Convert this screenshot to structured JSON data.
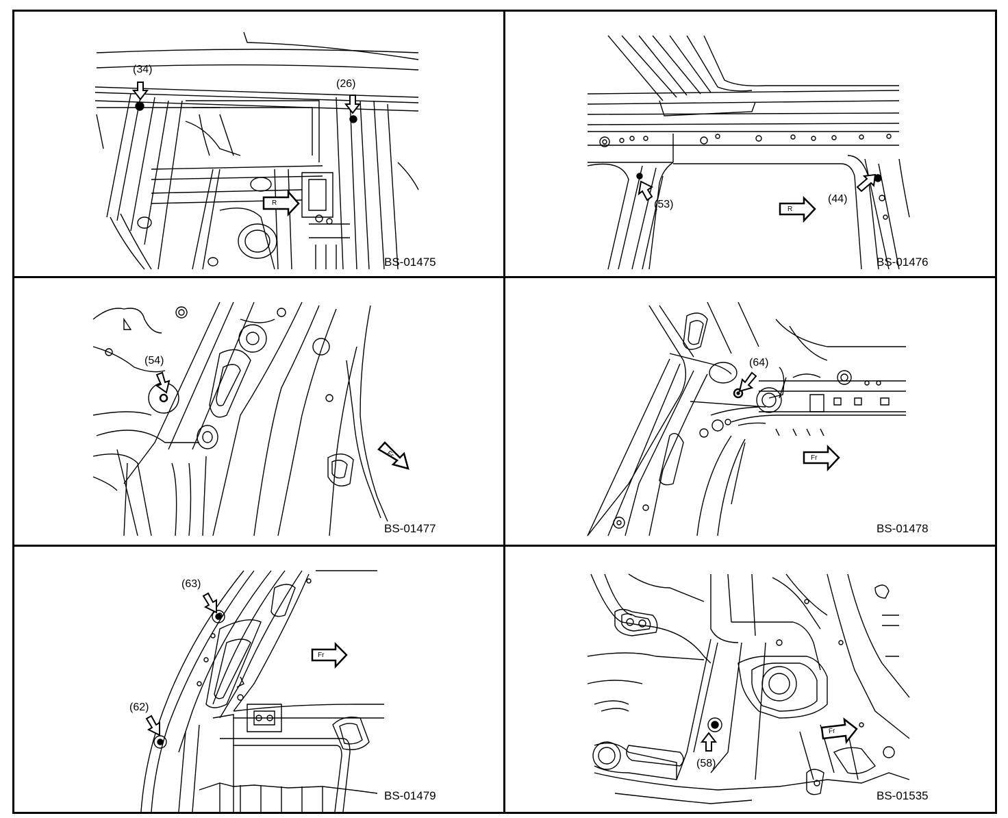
{
  "panels": [
    {
      "code": "BS-01475",
      "callouts": [
        "(34)",
        "(26)"
      ]
    },
    {
      "code": "BS-01476",
      "callouts": [
        "(53)",
        "(44)"
      ]
    },
    {
      "code": "BS-01477",
      "callouts": [
        "(54)"
      ]
    },
    {
      "code": "BS-01478",
      "callouts": [
        "(64)"
      ]
    },
    {
      "code": "BS-01479",
      "callouts": [
        "(63)",
        "(62)"
      ]
    },
    {
      "code": "BS-01535",
      "callouts": [
        "(58)"
      ]
    }
  ],
  "front_arrow_label": "Fr",
  "front_arrow_label_short": "R"
}
